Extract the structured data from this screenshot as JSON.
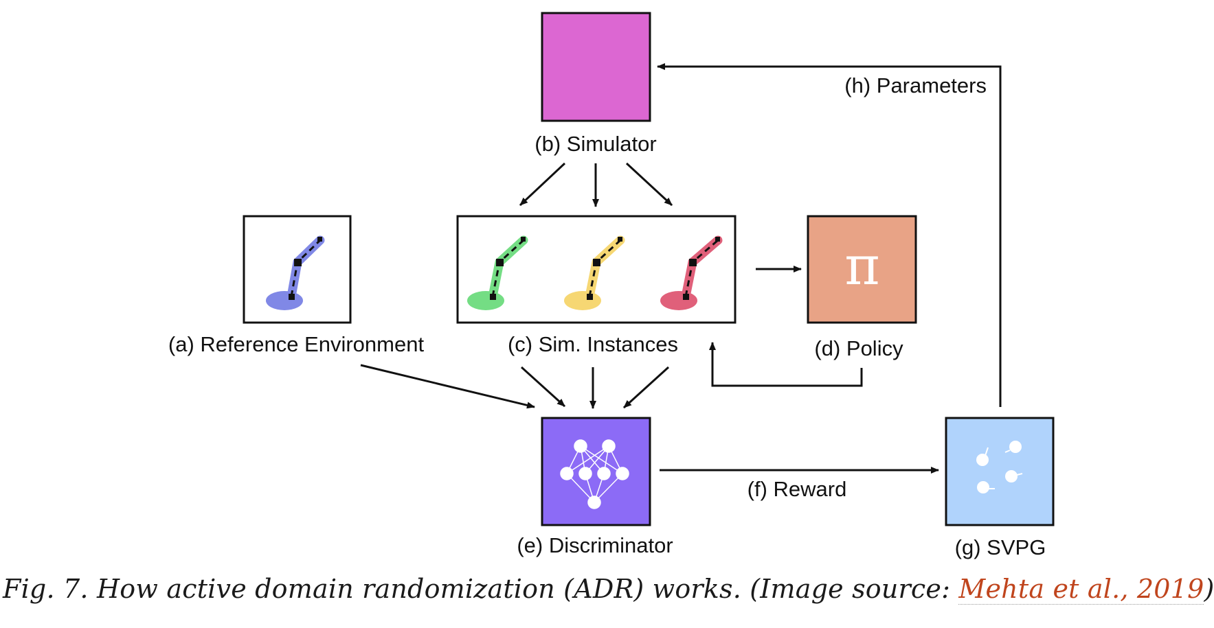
{
  "diagram": {
    "labels": {
      "reference_env": "(a) Reference Environment",
      "simulator": "(b) Simulator",
      "sim_instances": "(c) Sim. Instances",
      "policy": "(d) Policy",
      "discriminator": "(e) Discriminator",
      "reward": "(f) Reward",
      "svpg": "(g) SVPG",
      "parameters": "(h) Parameters"
    },
    "policy_symbol": "π",
    "colors": {
      "simulator": "#dc67d2",
      "policy": "#e8a386",
      "discriminator": "#8c6bf6",
      "svpg": "#b0d3fc",
      "arm_reference": "#8088e6",
      "arm_green": "#74dd84",
      "arm_yellow": "#f6d773",
      "arm_pink": "#e0607a"
    }
  },
  "caption": {
    "text": "Fig. 7. How active domain randomization (ADR) works. (Image source: ",
    "link_text": "Mehta et al., 2019",
    "closing": ")",
    "link_color": "#c0451d"
  }
}
